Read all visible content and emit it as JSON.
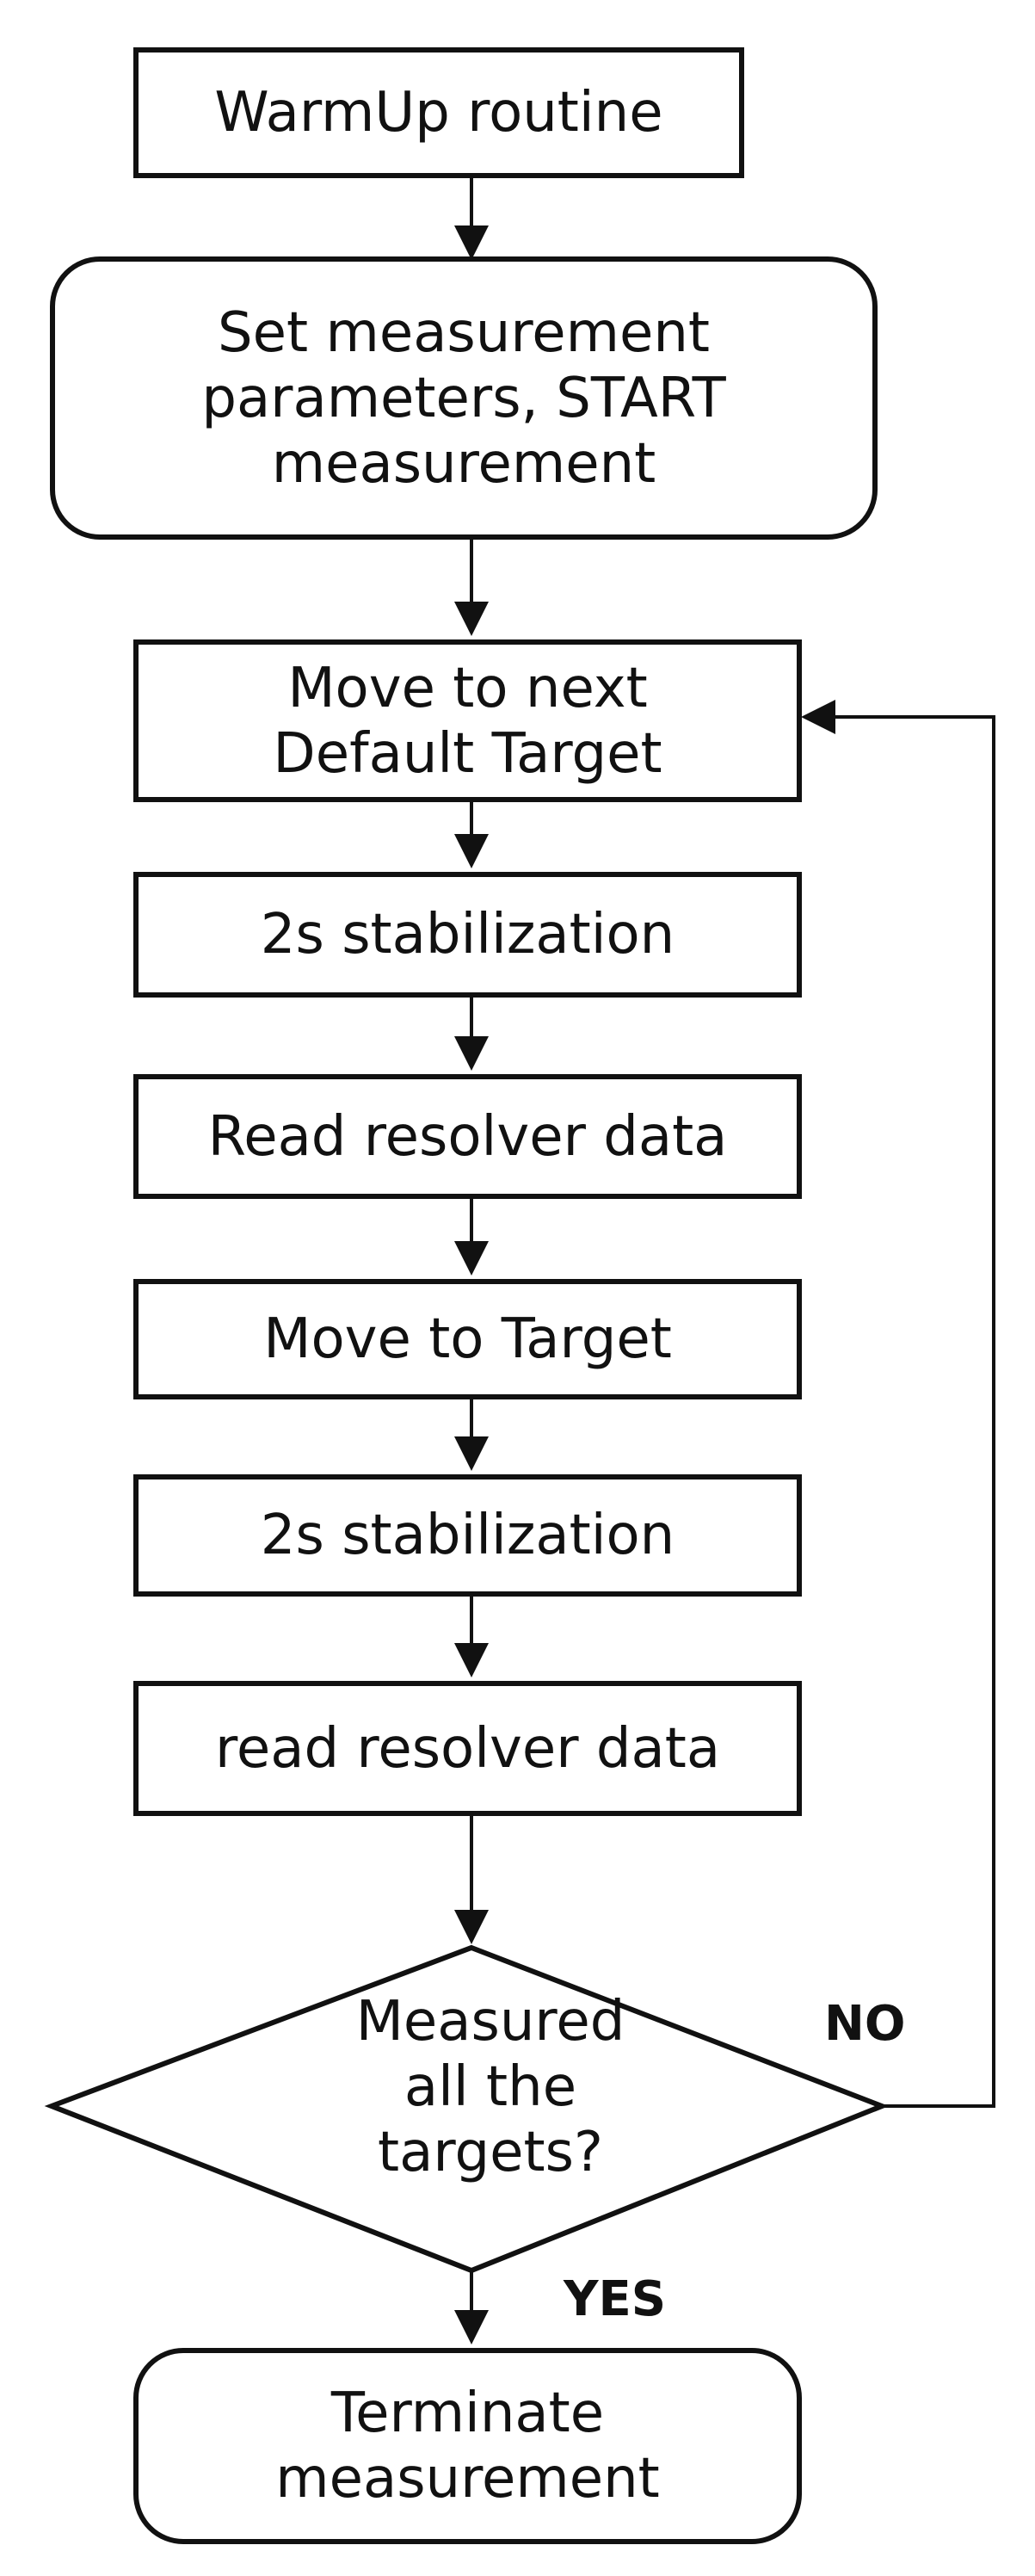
{
  "colors": {
    "stroke": "#111111",
    "fill": "#ffffff",
    "text": "#111111"
  },
  "steps": {
    "warmup": "WarmUp routine",
    "set_parameters": "Set measurement\nparameters, START\nmeasurement",
    "move_default_target": "Move to next\nDefault Target",
    "stabilization_1": "2s stabilization",
    "read_resolver_1": "Read resolver data",
    "move_target": "Move to Target",
    "stabilization_2": "2s stabilization",
    "read_resolver_2": "read resolver data",
    "terminate": "Terminate\nmeasurement"
  },
  "decision": {
    "question": "Measured\nall the\ntargets?",
    "no_label": "NO",
    "yes_label": "YES"
  }
}
